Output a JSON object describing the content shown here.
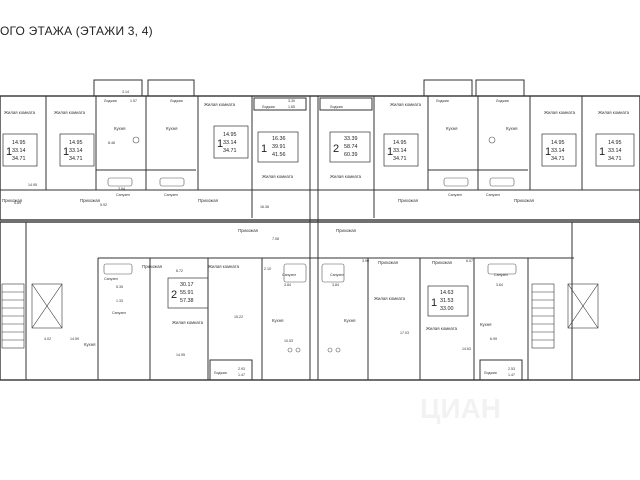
{
  "title": "ОГО ЭТАЖА (ЭТАЖИ 3, 4)",
  "room_names": {
    "living": "Жилая комната",
    "kitchen": "Кухня",
    "bath": "Санузел",
    "hall": "Прихожая",
    "loggia": "Лоджия"
  },
  "apartments": [
    {
      "rooms": "1",
      "areas": [
        "14.95",
        "33.14",
        "34.71"
      ]
    },
    {
      "rooms": "1",
      "areas": [
        "14.95",
        "33.14",
        "34.71"
      ]
    },
    {
      "rooms": "1",
      "areas": [
        "14.95",
        "33.14",
        "34.71"
      ]
    },
    {
      "rooms": "1",
      "areas": [
        "16.36",
        "39.91",
        "41.56"
      ]
    },
    {
      "rooms": "2",
      "areas": [
        "33.39",
        "58.74",
        "60.39"
      ]
    },
    {
      "rooms": "1",
      "areas": [
        "14.95",
        "33.14",
        "34.71"
      ]
    },
    {
      "rooms": "1",
      "areas": [
        "14.95",
        "33.14",
        "34.71"
      ]
    },
    {
      "rooms": "1",
      "areas": [
        "14.95",
        "33.14",
        "34.71"
      ]
    },
    {
      "rooms": "2",
      "areas": [
        "30.17",
        "55.91",
        "57.38"
      ]
    },
    {
      "rooms": "1",
      "areas": [
        "14.63",
        "31.53",
        "33.00"
      ]
    }
  ],
  "area_values": [
    "14.95",
    "8.46",
    "3.84",
    "5.89",
    "5.92",
    "3.14",
    "1.57",
    "3.30",
    "1.65",
    "16.36",
    "7.08",
    "6.72",
    "2.10",
    "3.84",
    "3.90",
    "6.07",
    "4.02",
    "14.59",
    "5.35",
    "1.33",
    "15.22",
    "14.95",
    "10.53",
    "17.03",
    "14.63",
    "6.99",
    "2.53",
    "1.47",
    "2.93",
    "1.47",
    "3.64",
    "3.84"
  ],
  "watermark": "ЦИАН"
}
